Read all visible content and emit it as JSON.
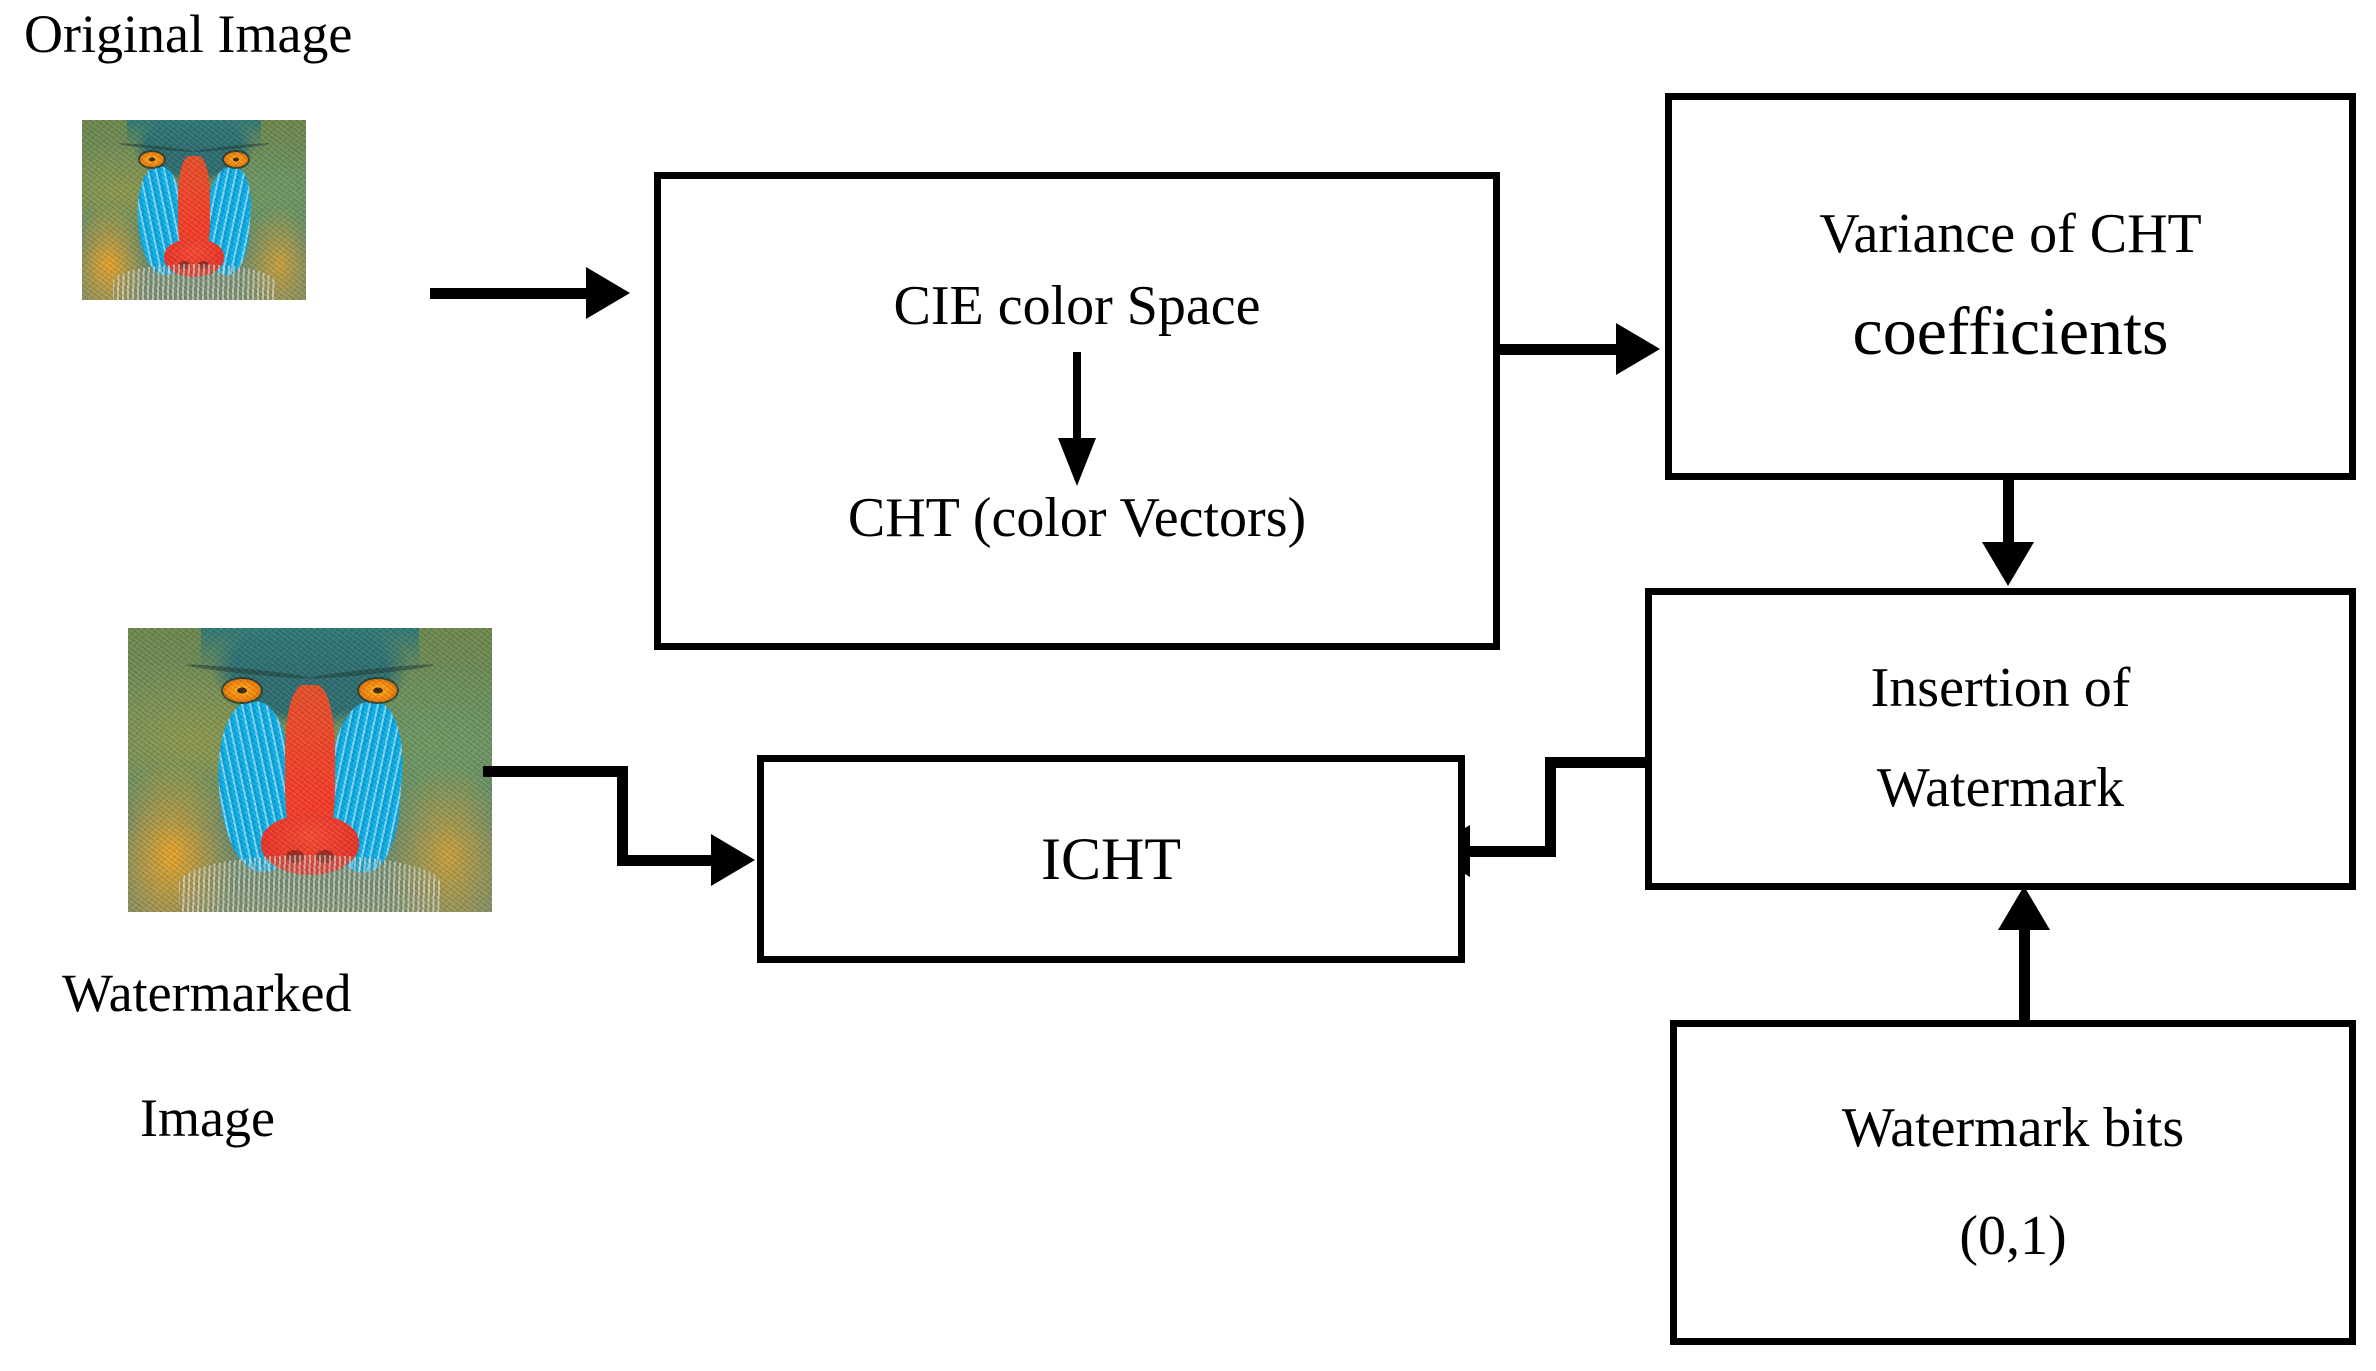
{
  "diagram": {
    "title_texts": {
      "original_image_label": "Original Image",
      "watermarked_label_line1": "Watermarked",
      "watermarked_label_line2": "Image"
    },
    "boxes": {
      "cie": {
        "line1": "CIE color Space",
        "line2": "CHT (color Vectors)"
      },
      "variance": {
        "line1": "Variance of CHT",
        "line2": "coefficients"
      },
      "insertion": {
        "line1": "Insertion of",
        "line2": "Watermark"
      },
      "icht": {
        "line1": "ICHT"
      },
      "watermark_bits": {
        "line1": "Watermark bits",
        "line2": "(0,1)"
      }
    },
    "images": {
      "original_alt": "baboon-original-photo",
      "watermarked_alt": "baboon-watermarked-photo"
    },
    "colors": {
      "stroke": "#000000",
      "background": "#ffffff"
    }
  }
}
